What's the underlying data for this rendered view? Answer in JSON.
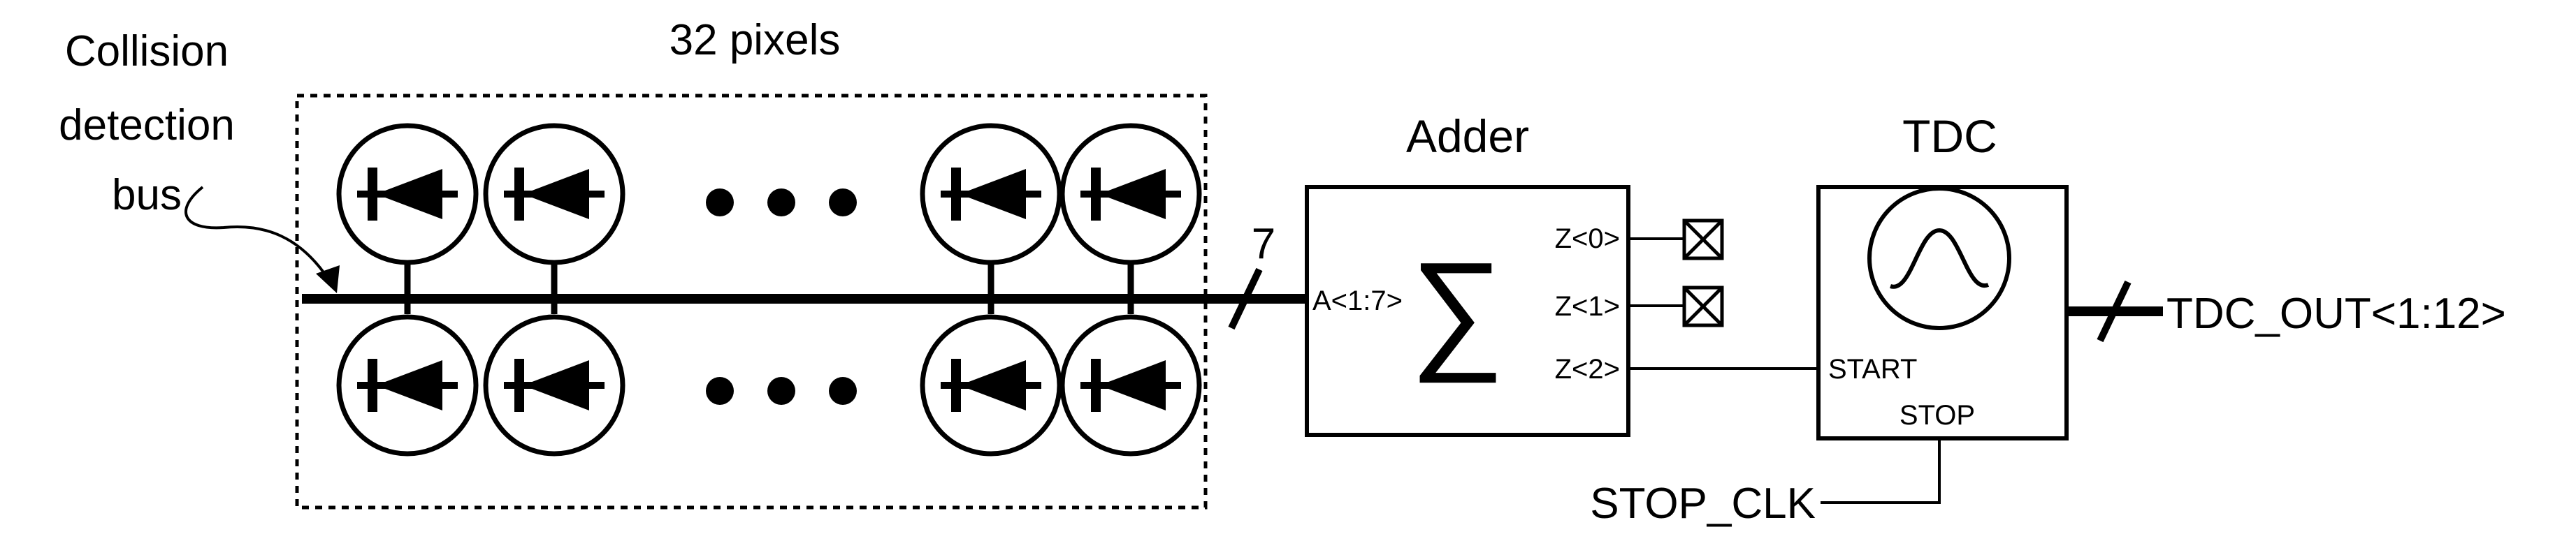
{
  "colors": {
    "stroke": "#000000",
    "background": "#ffffff"
  },
  "labels": {
    "pixel_array": "32 pixels",
    "bus_line1": "Collision",
    "bus_line2": "detection",
    "bus_line3": "bus",
    "bus_width": "7",
    "adder_title": "Adder",
    "adder_symbol": "∑",
    "tdc_title": "TDC",
    "tdc_output": "TDC_OUT<1:12>",
    "stop_clk": "STOP_CLK"
  },
  "adder_pins": {
    "input": "A<1:7>",
    "z0": "Z<0>",
    "z1": "Z<1>",
    "z2": "Z<2>"
  },
  "tdc_pins": {
    "start": "START",
    "stop": "STOP"
  },
  "icons": {
    "pixel": "spad-diode-icon",
    "unconnected": "no-connect-icon",
    "oscillator": "sine-wave-icon",
    "ellipsis": "ellipsis-icon"
  }
}
